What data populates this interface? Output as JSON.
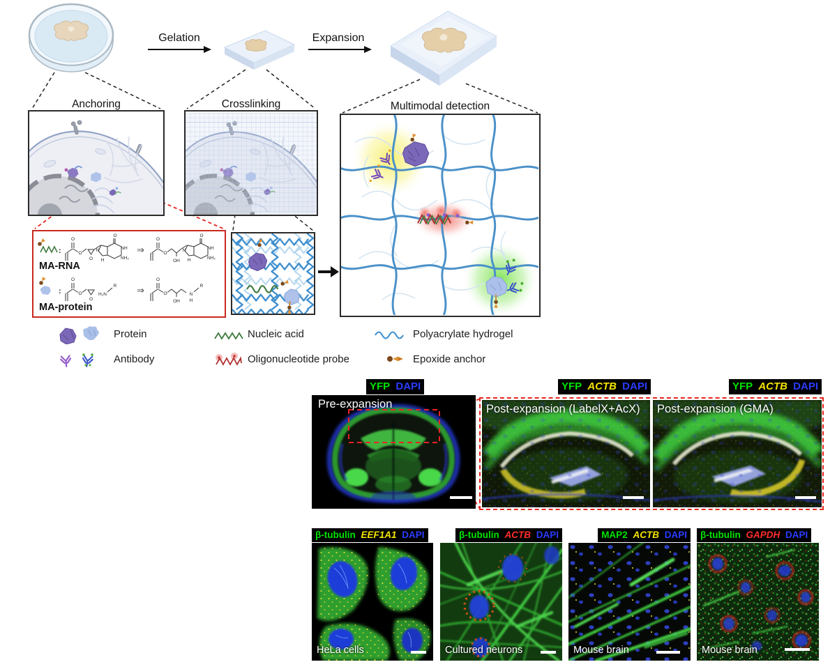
{
  "workflow": {
    "gelation": "Gelation",
    "expansion": "Expansion"
  },
  "stages": {
    "anchoring": "Anchoring",
    "crosslinking": "Crosslinking",
    "multimodal": "Multimodal detection"
  },
  "chemistry": {
    "ma_rna": "MA-RNA",
    "ma_protein": "MA-protein",
    "arrow": "⇒",
    "colon": ":",
    "atoms": {
      "o": "O",
      "oh": "OH",
      "n": "N",
      "nh": "NH",
      "nh2": "NH₂",
      "h2n": "H₂N",
      "h": "H",
      "r": "R"
    }
  },
  "legend": {
    "protein": "Protein",
    "antibody": "Antibody",
    "nucleic_acid": "Nucleic acid",
    "oligo_probe": "Oligonucleotide probe",
    "hydrogel": "Polyacrylate hydrogel",
    "epoxide": "Epoxide anchor"
  },
  "microscopy": {
    "row1": [
      {
        "caption": "Pre-expansion",
        "channels": [
          {
            "t": "YFP",
            "c": "#00e400"
          },
          {
            "t": "DAPI",
            "c": "#2b3cff"
          }
        ]
      },
      {
        "caption": "Post-expansion (LabelX+AcX)",
        "channels": [
          {
            "t": "YFP",
            "c": "#00e400"
          },
          {
            "t": "ACTB",
            "c": "#f4e300"
          },
          {
            "t": "DAPI",
            "c": "#2b3cff"
          }
        ]
      },
      {
        "caption": "Post-expansion (GMA)",
        "channels": [
          {
            "t": "YFP",
            "c": "#00e400"
          },
          {
            "t": "ACTB",
            "c": "#f4e300"
          },
          {
            "t": "DAPI",
            "c": "#2b3cff"
          }
        ]
      }
    ],
    "row2": [
      {
        "caption": "HeLa cells",
        "channels": [
          {
            "t": "β-tubulin",
            "c": "#00e400"
          },
          {
            "t": "EEF1A1",
            "c": "#f4e300"
          },
          {
            "t": "DAPI",
            "c": "#2b3cff"
          }
        ]
      },
      {
        "caption": "Cultured neurons",
        "channels": [
          {
            "t": "β-tubulin",
            "c": "#00e400"
          },
          {
            "t": "ACTB",
            "c": "#ff2d2d"
          },
          {
            "t": "DAPI",
            "c": "#2b3cff"
          }
        ]
      },
      {
        "caption": "Mouse brain",
        "channels": [
          {
            "t": "MAP2",
            "c": "#00e400"
          },
          {
            "t": "ACTB",
            "c": "#f4e300"
          },
          {
            "t": "DAPI",
            "c": "#2b3cff"
          }
        ]
      },
      {
        "caption": "Mouse brain",
        "channels": [
          {
            "t": "β-tubulin",
            "c": "#00e400"
          },
          {
            "t": "GAPDH",
            "c": "#ff2d2d"
          },
          {
            "t": "DAPI",
            "c": "#2b3cff"
          }
        ]
      }
    ]
  },
  "colors": {
    "hydrogel_blue": "#4a90c8",
    "red_accent": "#e8251d",
    "protein_purple": "#7a6cb8",
    "protein_light_blue": "#a9bfe8",
    "nucleic_green": "#3f7a3f",
    "probe_red": "#b03030",
    "anchor_brown": "#7c4a1e",
    "anchor_orange": "#e09030"
  }
}
